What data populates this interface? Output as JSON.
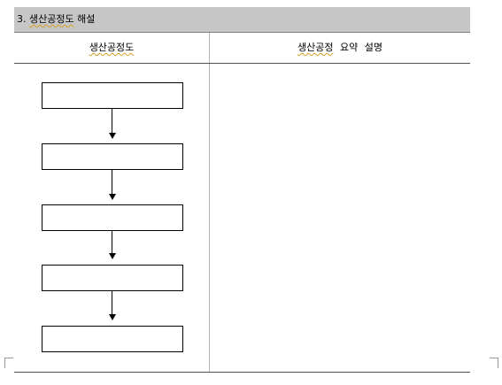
{
  "section": {
    "number": "3.",
    "title_underlined": "생산공정도",
    "title_rest": "해설"
  },
  "table": {
    "headers": {
      "left": "생산공정도",
      "right_underlined": "생산공정",
      "right_rest": "요약 설명"
    },
    "flow_steps": [
      "",
      "",
      "",
      "",
      ""
    ],
    "description": ""
  }
}
